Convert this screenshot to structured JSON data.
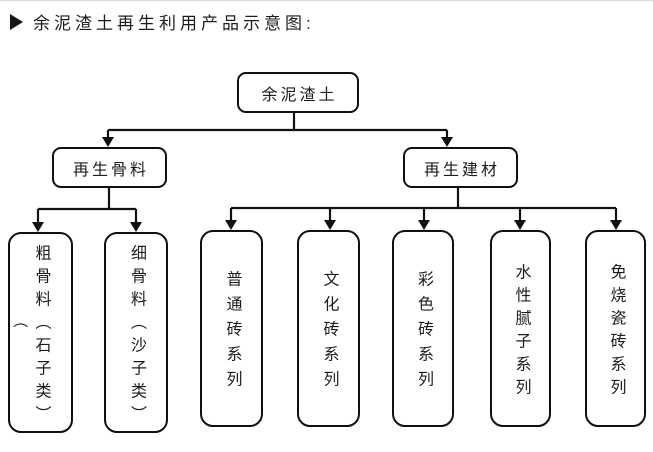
{
  "title": {
    "bullet_icon": "triangle-right",
    "text": "余泥渣土再生利用产品示意图:"
  },
  "diagram": {
    "root": {
      "label": "余泥渣土"
    },
    "branches": [
      {
        "label": "再生骨料"
      },
      {
        "label": "再生建材"
      }
    ],
    "leaves": [
      {
        "label": "粗骨料（石子类）",
        "overflow_paren": "（"
      },
      {
        "label": "细骨料（沙子类）"
      },
      {
        "label": "普通砖系列"
      },
      {
        "label": "文化砖系列"
      },
      {
        "label": "彩色砖系列"
      },
      {
        "label": "水性腻子系列"
      },
      {
        "label": "免烧瓷砖系列"
      }
    ]
  },
  "colors": {
    "line": "#111111",
    "text": "#1c1c1c",
    "background": "#ffffff",
    "top_rule": "#d9d9d9"
  }
}
